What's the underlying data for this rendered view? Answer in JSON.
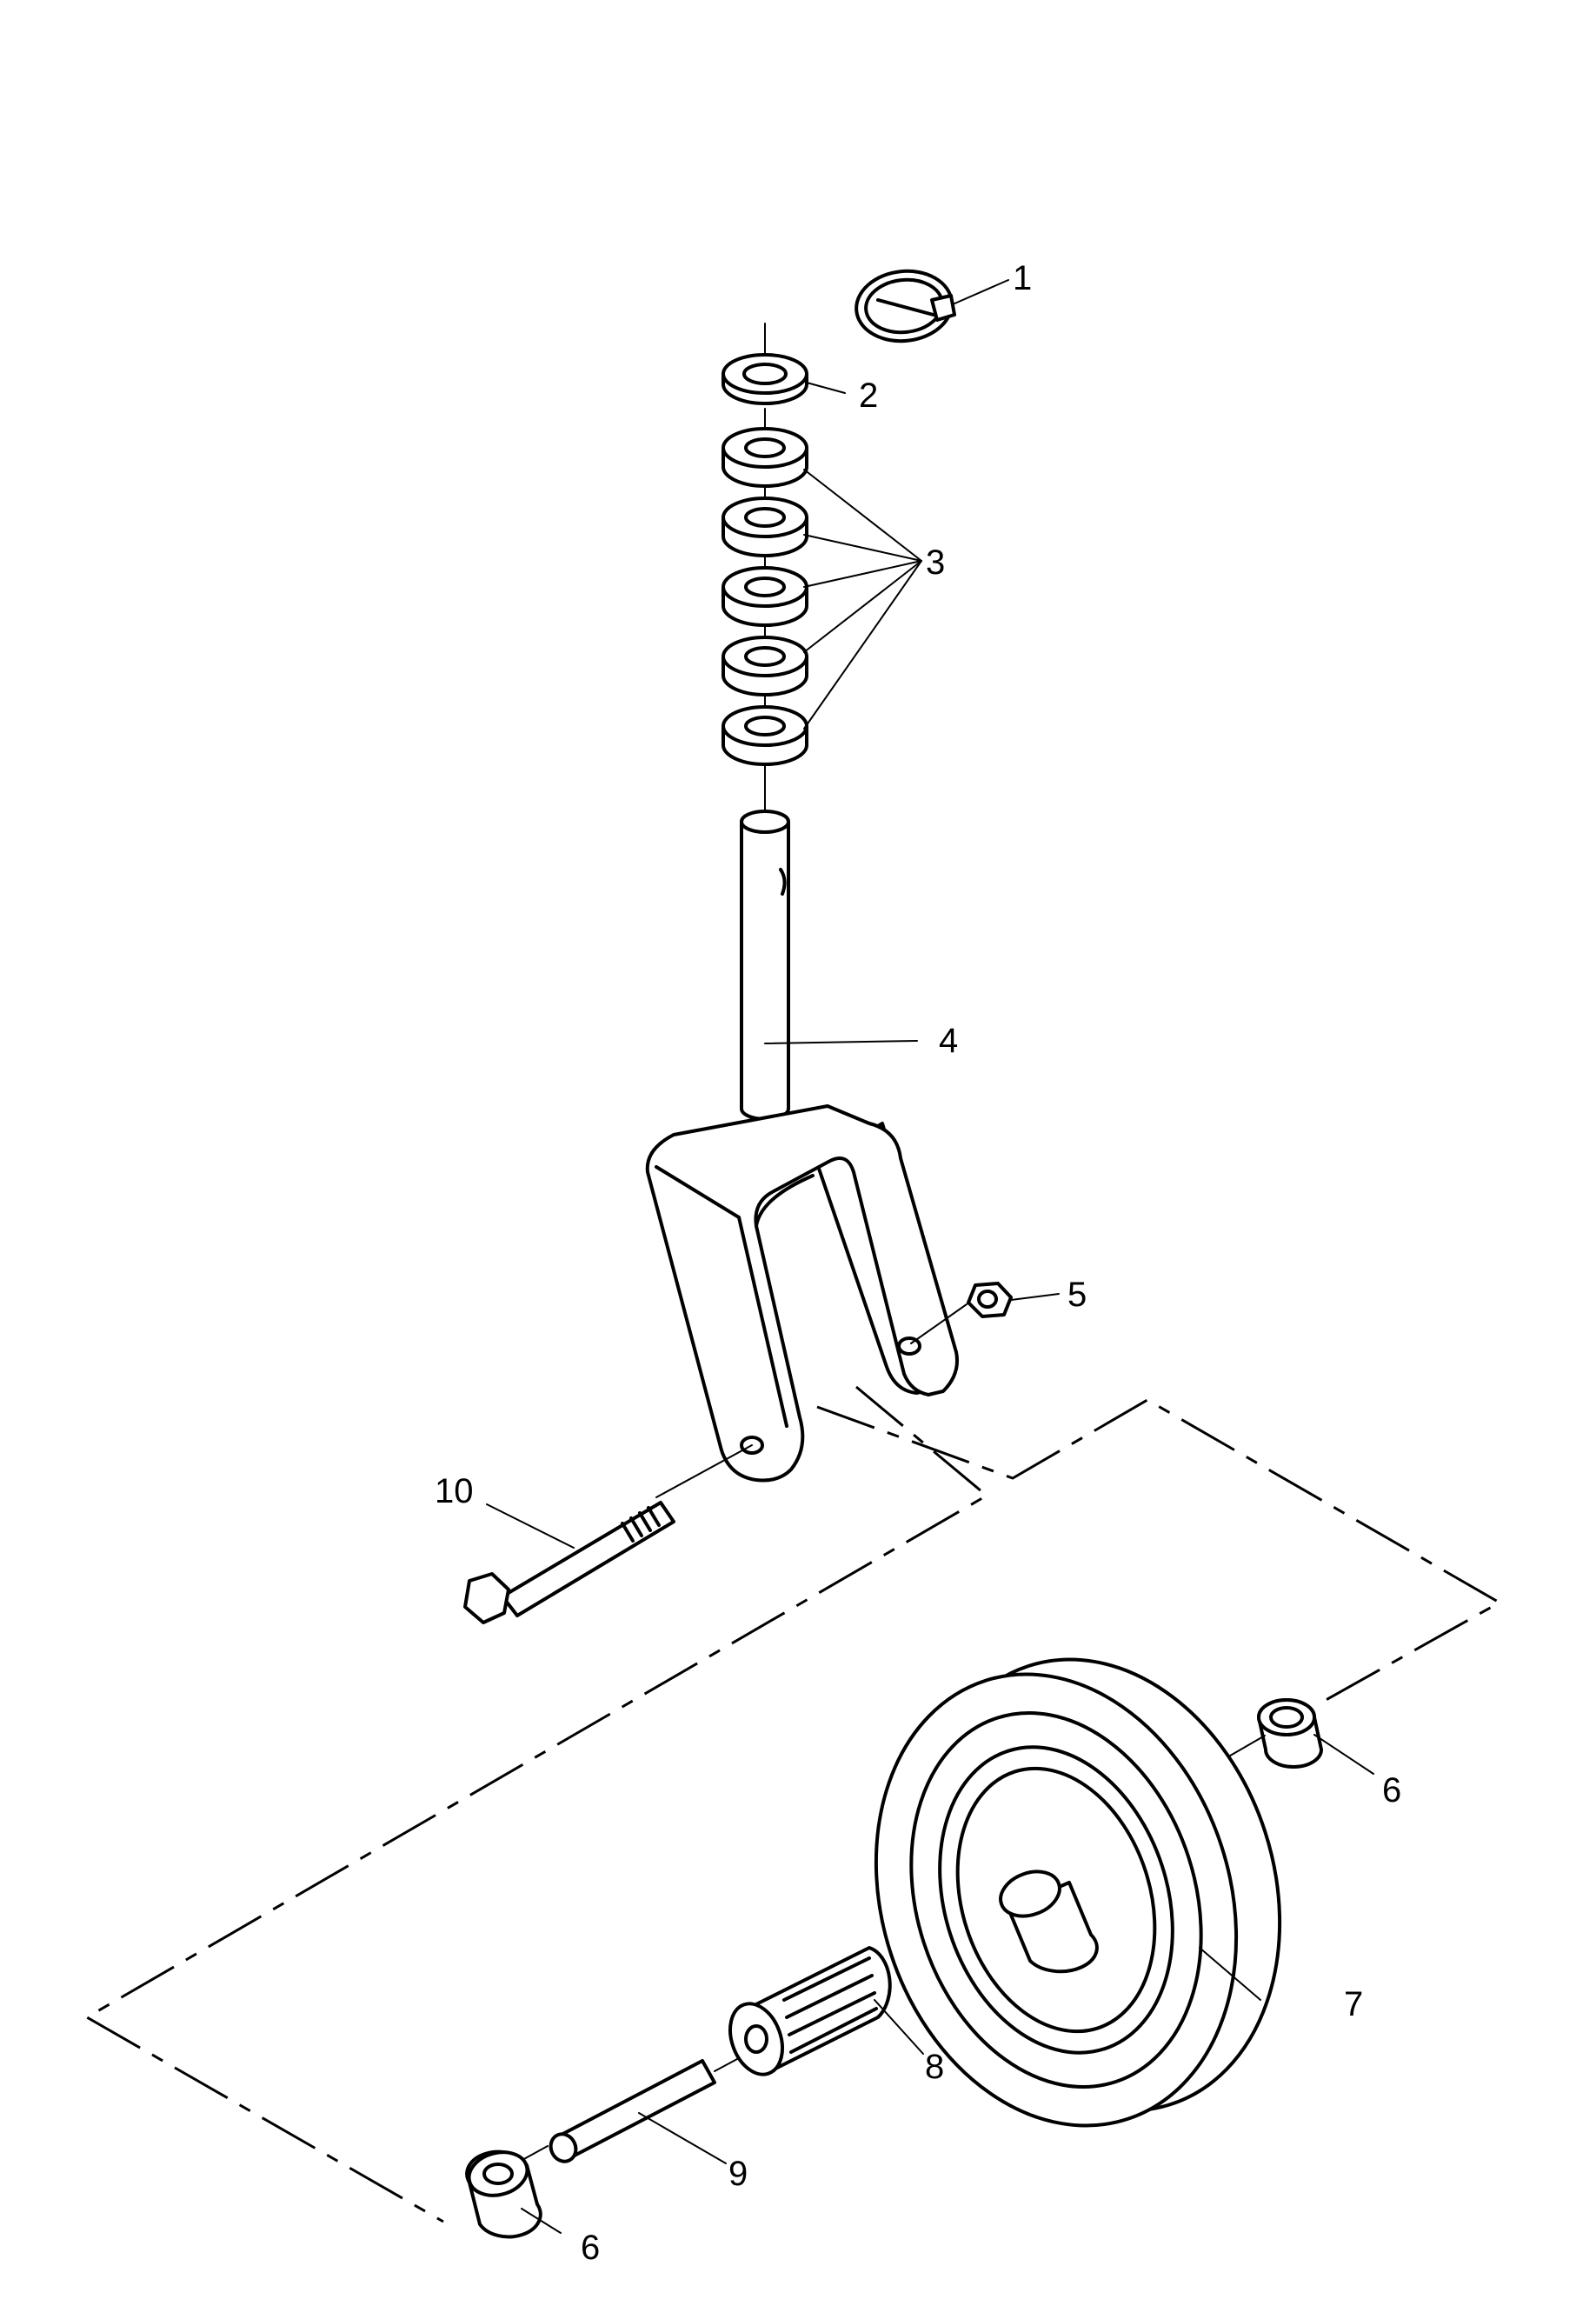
{
  "callouts": {
    "c1": "1",
    "c2": "2",
    "c3": "3",
    "c4": "4",
    "c5": "5",
    "c6a": "6",
    "c6b": "6",
    "c7": "7",
    "c8": "8",
    "c9": "9",
    "c10": "10"
  }
}
